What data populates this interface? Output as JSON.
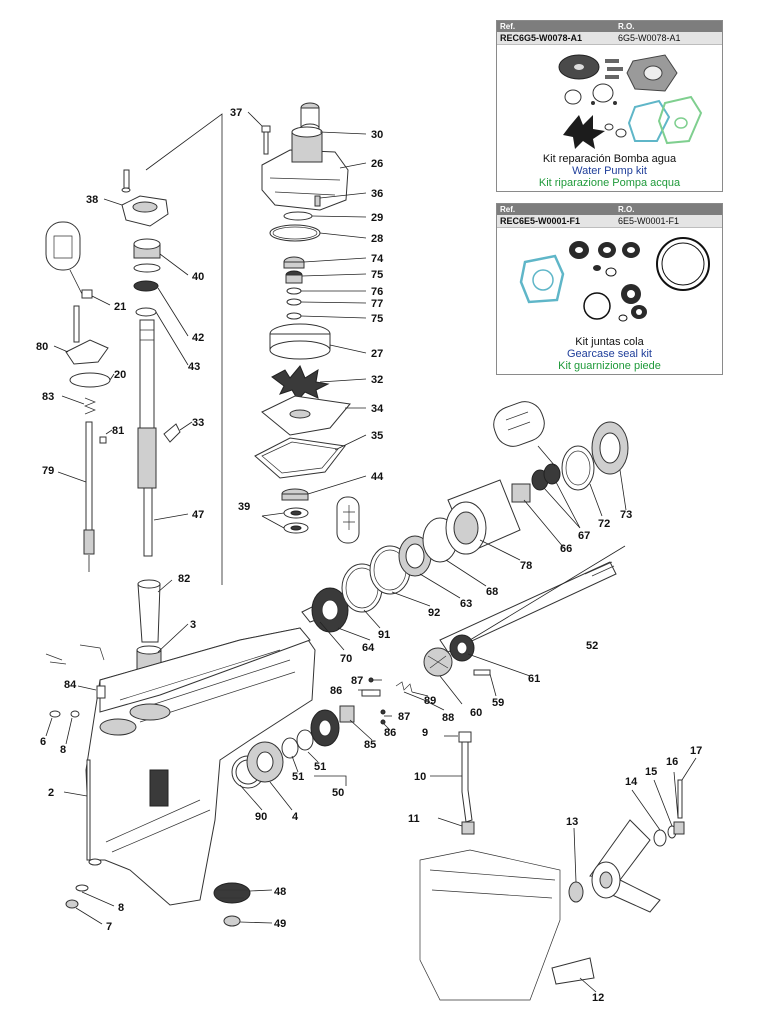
{
  "kits": [
    {
      "header_ref": "Ref.",
      "header_ro": "R.O.",
      "ref_code": "REC6G5-W0078-A1",
      "ro_code": "6G5-W0078-A1",
      "desc_es": "Kit reparación Bomba agua",
      "desc_en": "Water Pump kit",
      "desc_it": "Kit riparazione Pompa acqua"
    },
    {
      "header_ref": "Ref.",
      "header_ro": "R.O.",
      "ref_code": "REC6E5-W0001-F1",
      "ro_code": "6E5-W0001-F1",
      "desc_es": "Kit juntas cola",
      "desc_en": "Gearcase seal kit",
      "desc_it": "Kit guarnizione piede"
    }
  ],
  "colors": {
    "header_bg": "#7d7d7d",
    "row_bg": "#e4e4e4",
    "english_text": "#1f3e9a",
    "italian_text": "#1f9a3a",
    "gasket_teal": "#5fb6c8",
    "gasket_green": "#7fcf8f"
  },
  "parts": {
    "p2": "2",
    "p3": "3",
    "p4": "4",
    "p6": "6",
    "p7": "7",
    "p8a": "8",
    "p8b": "8",
    "p9": "9",
    "p10": "10",
    "p11": "11",
    "p12": "12",
    "p13": "13",
    "p14": "14",
    "p15": "15",
    "p16": "16",
    "p17": "17",
    "p20": "20",
    "p21": "21",
    "p26": "26",
    "p27": "27",
    "p28": "28",
    "p29": "29",
    "p30": "30",
    "p32": "32",
    "p33": "33",
    "p34": "34",
    "p35": "35",
    "p36": "36",
    "p37": "37",
    "p38": "38",
    "p39": "39",
    "p40": "40",
    "p42": "42",
    "p43": "43",
    "p44": "44",
    "p47": "47",
    "p48": "48",
    "p49": "49",
    "p50": "50",
    "p51a": "51",
    "p51b": "51",
    "p52": "52",
    "p59": "59",
    "p60": "60",
    "p61": "61",
    "p63": "63",
    "p64": "64",
    "p66": "66",
    "p67": "67",
    "p68": "68",
    "p70": "70",
    "p72": "72",
    "p73": "73",
    "p74": "74",
    "p75a": "75",
    "p75b": "75",
    "p76": "76",
    "p77": "77",
    "p78": "78",
    "p79": "79",
    "p80": "80",
    "p81": "81",
    "p82": "82",
    "p83": "83",
    "p84": "84",
    "p85": "85",
    "p86a": "86",
    "p86b": "86",
    "p87a": "87",
    "p87b": "87",
    "p88": "88",
    "p89": "89",
    "p90": "90",
    "p91": "91",
    "p92": "92"
  }
}
